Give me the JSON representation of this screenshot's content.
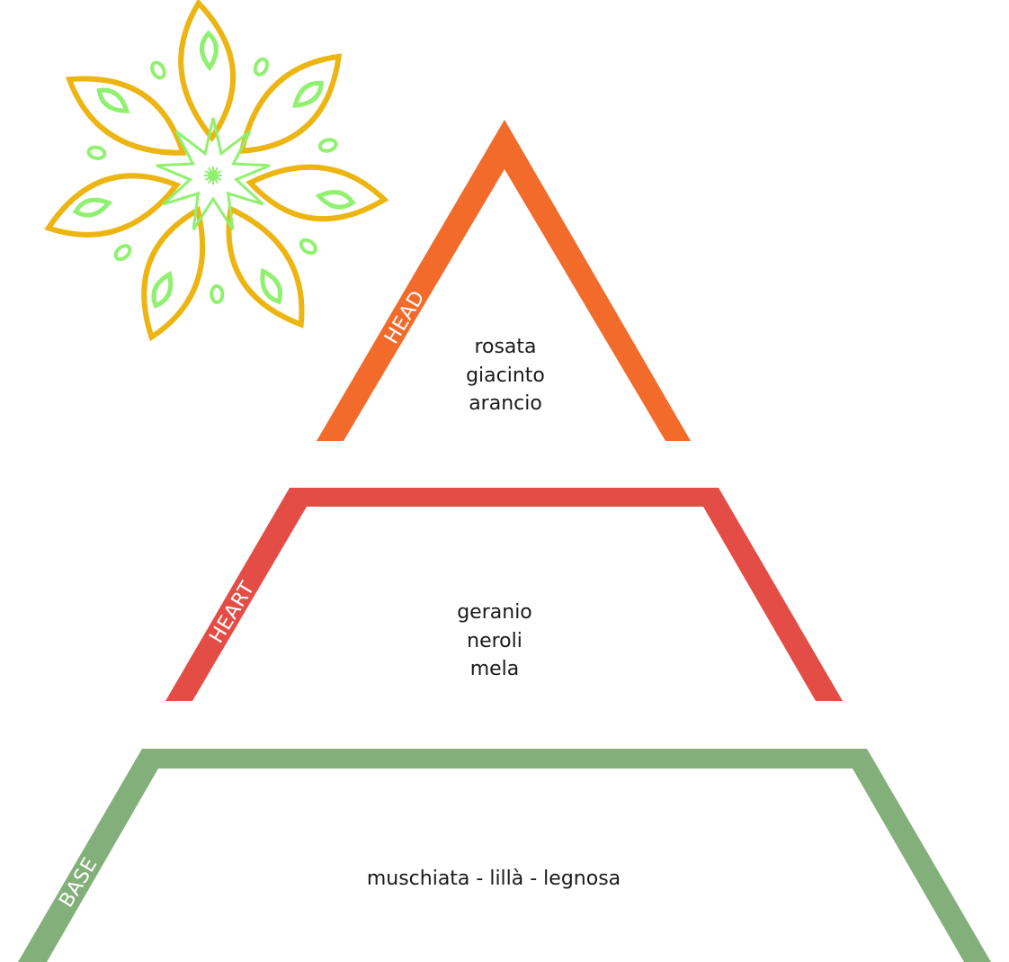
{
  "tiers": {
    "head": {
      "label": "HEAD",
      "color": "#F26B2A",
      "notes": [
        "rosata",
        "giacinto",
        "arancio"
      ]
    },
    "heart": {
      "label": "HEART",
      "color": "#E44D45",
      "notes": [
        "geranio",
        "neroli",
        "mela"
      ]
    },
    "base": {
      "label": "BASE",
      "color": "#83B07A",
      "notes": [
        "muschiata - lillà  - legnosa"
      ]
    }
  },
  "flower": {
    "icon": "flower-mandala-icon",
    "petal_color": "#EDB512",
    "accent_color": "#90F070"
  }
}
